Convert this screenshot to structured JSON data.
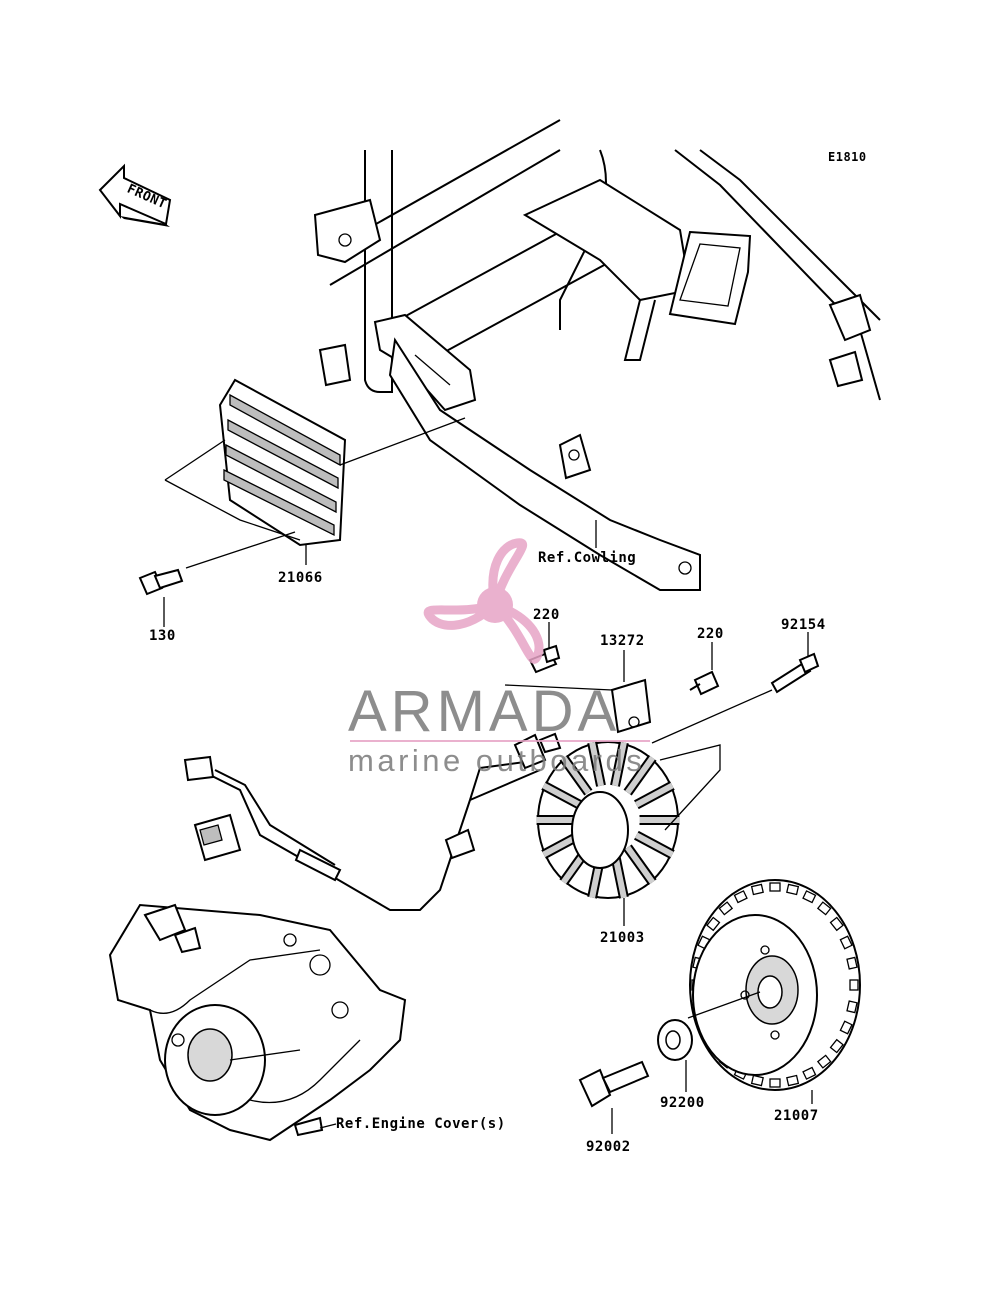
{
  "diagram_code": "E1810",
  "front_arrow_label": "FRONT",
  "labels": {
    "p21066": "21066",
    "p130": "130",
    "ref_cowling": "Ref.Cowling",
    "p220a": "220",
    "p13272": "13272",
    "p220b": "220",
    "p92154": "92154",
    "p21003": "21003",
    "p21007": "21007",
    "p92200": "92200",
    "p92002": "92002",
    "ref_engine_cover": "Ref.Engine Cover(s)"
  },
  "watermark": {
    "brand": "ARMADA",
    "tagline": "marine outboards",
    "brand_color": "#7a7a7a",
    "accent_color": "#e7a4c6"
  }
}
